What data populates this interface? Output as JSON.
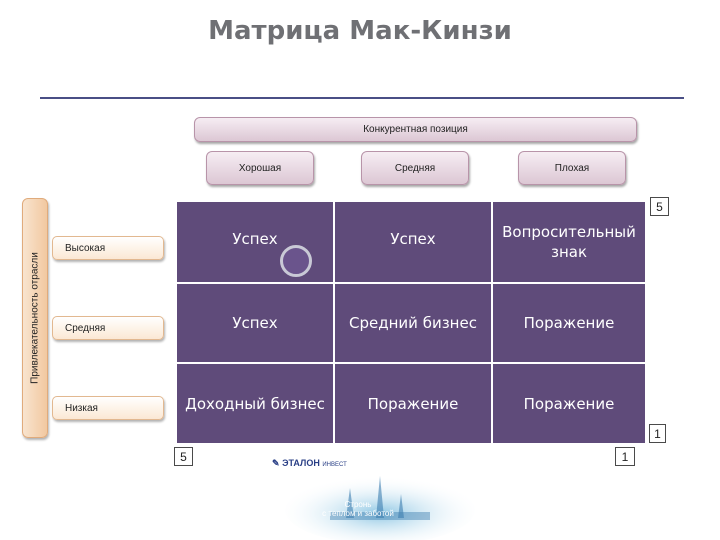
{
  "title": "Матрица Мак-Кинзи",
  "top_axis": {
    "label": "Конкурентная позиция",
    "columns": [
      "Хорошая",
      "Средняя",
      "Плохая"
    ]
  },
  "side_axis": {
    "label": "Привлекательность отрасли",
    "rows": [
      "Высокая",
      "Средняя",
      "Низкая"
    ]
  },
  "matrix": {
    "cells": [
      [
        "Успех",
        "Успех",
        "Вопросительный знак"
      ],
      [
        "Успех",
        "Средний бизнес",
        "Поражение"
      ],
      [
        "Доходный бизнес",
        "Поражение",
        "Поражение"
      ]
    ]
  },
  "scale_marks": {
    "top_right": "5",
    "bottom_right": "1",
    "bottom_left": "5",
    "bottom_center": "1"
  },
  "logo": {
    "brand": "ЭТАЛОН",
    "suffix": "ИНВЕСТ"
  },
  "watermark": {
    "line1": "Стронь",
    "line2": "с теплом и заботой"
  },
  "colors": {
    "matrix_fill": "#5f4b7a",
    "title_text": "#6f7074",
    "rule": "#4a4f86",
    "header_pill": "#dcc7d4",
    "row_pill": "#f2c8a0"
  }
}
